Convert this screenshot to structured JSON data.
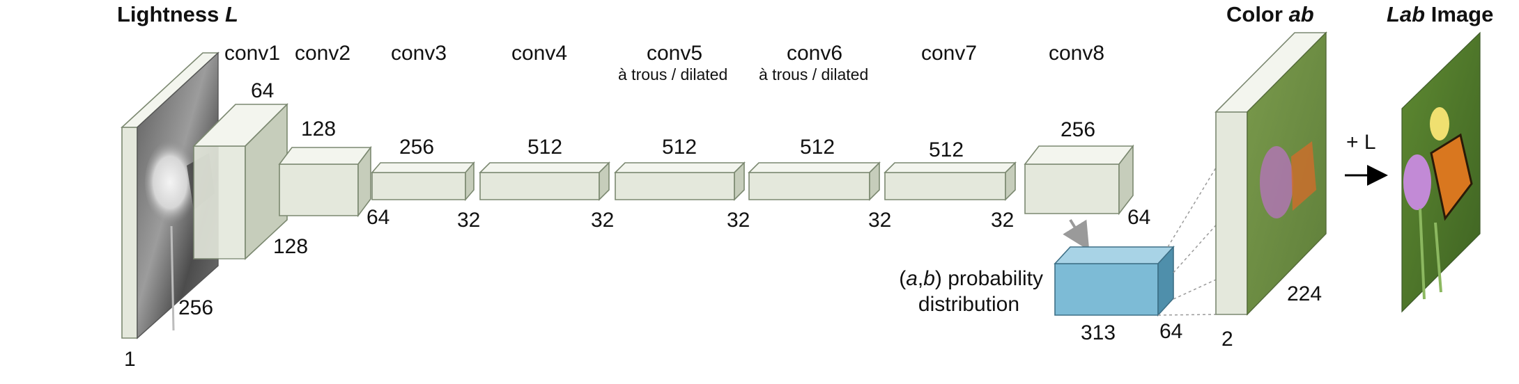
{
  "input": {
    "title_prefix": "Lightness ",
    "title_var": "L",
    "dims": {
      "channels": "1",
      "height": "256"
    }
  },
  "layers": [
    {
      "name": "conv1",
      "sub": "",
      "width": "64",
      "height": "128",
      "depth": ""
    },
    {
      "name": "conv2",
      "sub": "",
      "width": "128",
      "height": "",
      "depth": "64"
    },
    {
      "name": "conv3",
      "sub": "",
      "width": "256",
      "height": "",
      "depth": "32"
    },
    {
      "name": "conv4",
      "sub": "",
      "width": "512",
      "height": "",
      "depth": "32"
    },
    {
      "name": "conv5",
      "sub": "à trous / dilated",
      "width": "512",
      "height": "",
      "depth": "32"
    },
    {
      "name": "conv6",
      "sub": "à trous / dilated",
      "width": "512",
      "height": "",
      "depth": "32"
    },
    {
      "name": "conv7",
      "sub": "",
      "width": "512",
      "height": "",
      "depth": "32"
    },
    {
      "name": "conv8",
      "sub": "",
      "width": "256",
      "height": "",
      "depth": "64"
    }
  ],
  "distribution": {
    "label_line1_open": "(",
    "label_a": "a",
    "label_comma": ",",
    "label_b": "b",
    "label_line1_rest": ") probability",
    "label_line2": "distribution",
    "bins": "313",
    "depth": "64",
    "color": "#7dbbd6"
  },
  "color_output": {
    "title_prefix": "Color ",
    "title_var": "ab",
    "channels": "2",
    "size": "224"
  },
  "final": {
    "plus_label": "+ L",
    "title_var": "Lab",
    "title_suffix": " Image"
  },
  "colors": {
    "block_face": "#e4e8dc",
    "block_edge": "#7b8870",
    "arrow": "#9a9a9a"
  }
}
